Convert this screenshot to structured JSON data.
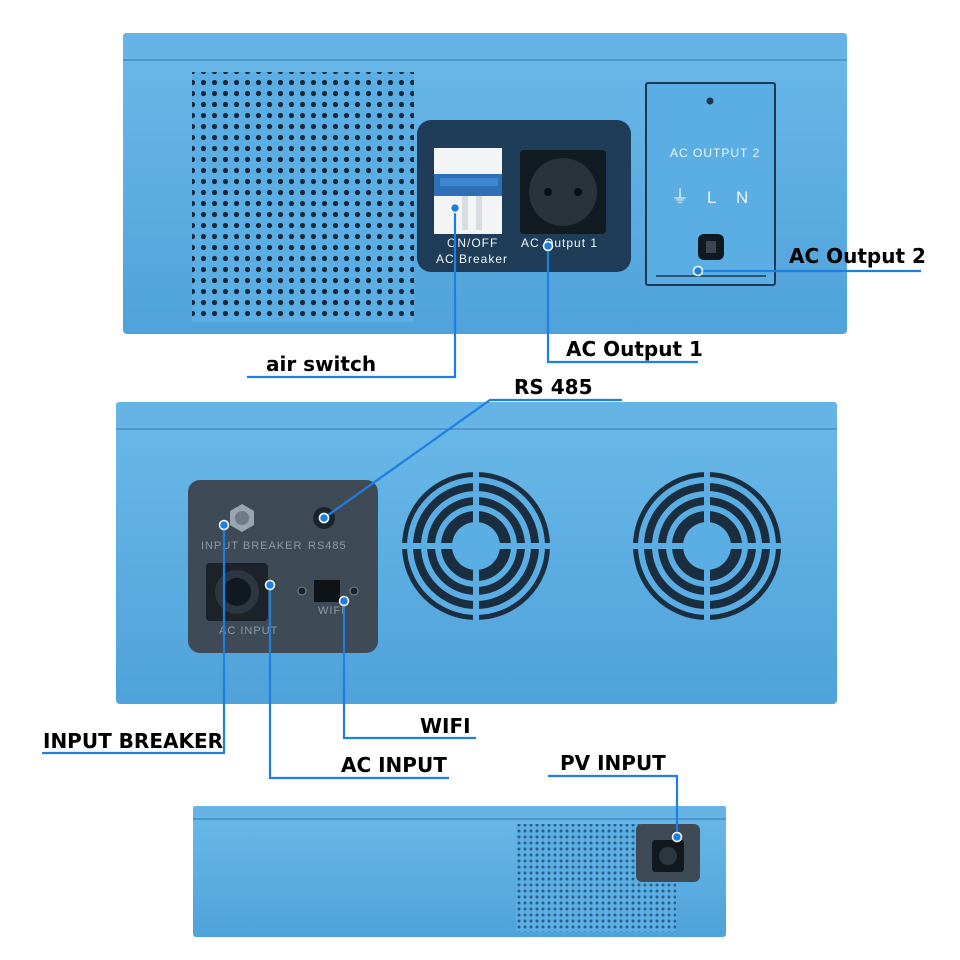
{
  "unit_top": {
    "breaker_label_1": "ON/OFF",
    "breaker_label_2": "AC Breaker",
    "socket_label": "AC Output 1",
    "cover_title": "AC OUTPUT 2",
    "cover_ground_symbol": "⏚",
    "cover_l": "L",
    "cover_n": "N"
  },
  "unit_middle": {
    "input_breaker_label": "INPUT BREAKER",
    "rs485_label": "RS485",
    "ac_input_label": "AC INPUT",
    "wifi_label": "WIFI"
  },
  "callouts": {
    "air_switch": "air switch",
    "ac_output_1": "AC Output 1",
    "ac_output_2": "AC Output 2",
    "rs485": "RS 485",
    "input_breaker": "INPUT BREAKER",
    "ac_input": "AC INPUT",
    "wifi": "WIFI",
    "pv_input": "PV INPUT"
  },
  "colors": {
    "device_body": "#5aaee3",
    "device_shadow": "#3f8fc6",
    "recess": "#1f3d59",
    "leader_line": "#1e7fe0"
  }
}
